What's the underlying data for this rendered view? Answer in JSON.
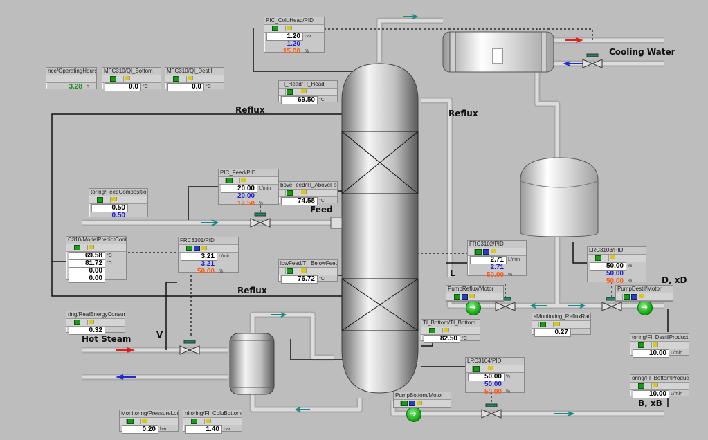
{
  "labels": {
    "cooling_water": "Cooling Water",
    "reflux_left": "Reflux",
    "reflux_right": "Reflux",
    "reflux_bottom": "Reflux",
    "feed": "Feed",
    "hot_steam": "Hot Steam",
    "v": "V",
    "l": "L",
    "d_xd": "D, xD",
    "b_xb": "B, xB"
  },
  "faceplates": {
    "pic_colu_head": {
      "title": "PIC_ColuHead/PID",
      "pv": "1.20",
      "unit": "bar",
      "sp": "1.20",
      "out": "15.00",
      "out_unit": "%"
    },
    "operating_hours": {
      "title": "nce/OperatingHours",
      "value": "3.28",
      "unit": "h"
    },
    "mfc_ql_bottom": {
      "title": "MFC310/Ql_Bottom",
      "value": "0.0",
      "unit": "°C"
    },
    "mfc_ql_destil": {
      "title": "MFC310/Ql_Destil",
      "value": "0.0",
      "unit": "°C"
    },
    "ti_head": {
      "title": "TI_Head/TI_Head",
      "value": "69.50",
      "unit": "°C"
    },
    "pic_feed": {
      "title": "PIC_Feed/PID",
      "pv": "20.00",
      "unit": "L/min",
      "sp": "20.00",
      "out": "12.50",
      "out_unit": "%"
    },
    "feed_composition": {
      "title": "toring/FeedComposition",
      "v1": "0.50",
      "v2": "0.50"
    },
    "ti_above_feed": {
      "title": "boveFeed/TI_AboveFeed",
      "value": "74.58",
      "unit": "°C"
    },
    "model_predict": {
      "title": "C310/ModelPredictCont",
      "v1": "69.58",
      "v2": "81.72",
      "v3": "0.00",
      "v4": "0.00",
      "unit": "°C"
    },
    "frc3101": {
      "title": "FRC3101/PID",
      "pv": "3.21",
      "unit": "L/min",
      "sp": "3.21",
      "out": "50.00",
      "out_unit": "%"
    },
    "ti_below_feed": {
      "title": "lowFeed/TI_BelowFeed",
      "value": "76.72",
      "unit": "°C"
    },
    "frc3102": {
      "title": "FRC3102/PID",
      "pv": "2.71",
      "unit": "L/min",
      "sp": "2.71",
      "out": "50.00",
      "out_unit": "%"
    },
    "lrc3103": {
      "title": "LRC3103/PID",
      "pv": "50.00",
      "unit": "%",
      "sp": "50.00",
      "out": "50.00",
      "out_unit": "%"
    },
    "pump_reflux": {
      "title": "PumpReflux/Motor"
    },
    "pump_destil": {
      "title": "PumpDestil/Motor"
    },
    "reflux_ratio": {
      "title": "sMonitoring_RefluxRatio",
      "value": "0.27"
    },
    "real_energy": {
      "title": "ring/RealEnergyConsum",
      "value": "0.32"
    },
    "ti_bottom": {
      "title": "TI_Bottom/TI_Bottom",
      "value": "82.50",
      "unit": "°C"
    },
    "fi_destil": {
      "title": "toring/FI_DestilProduct",
      "value": "10.00",
      "unit": "L/min"
    },
    "lrc3104": {
      "title": "LRC3104/PID",
      "pv": "50.00",
      "unit": "%",
      "sp": "50.00",
      "out": "50.00",
      "out_unit": "%"
    },
    "fi_bottom": {
      "title": "oring/FI_BottomProduct",
      "value": "10.00",
      "unit": "L/min"
    },
    "pump_bottom": {
      "title": "PumpBottom/Motor"
    },
    "pressure_loss": {
      "title": "Monitoring/PressureLoss",
      "value": "0.20",
      "unit": "bar"
    },
    "fi_colu_bottom": {
      "title": "nitoring/FI_ColuBottom",
      "value": "1.40",
      "unit": "bar"
    }
  },
  "colors": {
    "background": "#bdbdbd",
    "pipe": "#d9d9d9",
    "flow_arrow": "#1a8a80",
    "hot": "#e02020",
    "cold": "#1c2ad0",
    "sp": "#1c1cd0",
    "out": "#ff5a14"
  }
}
